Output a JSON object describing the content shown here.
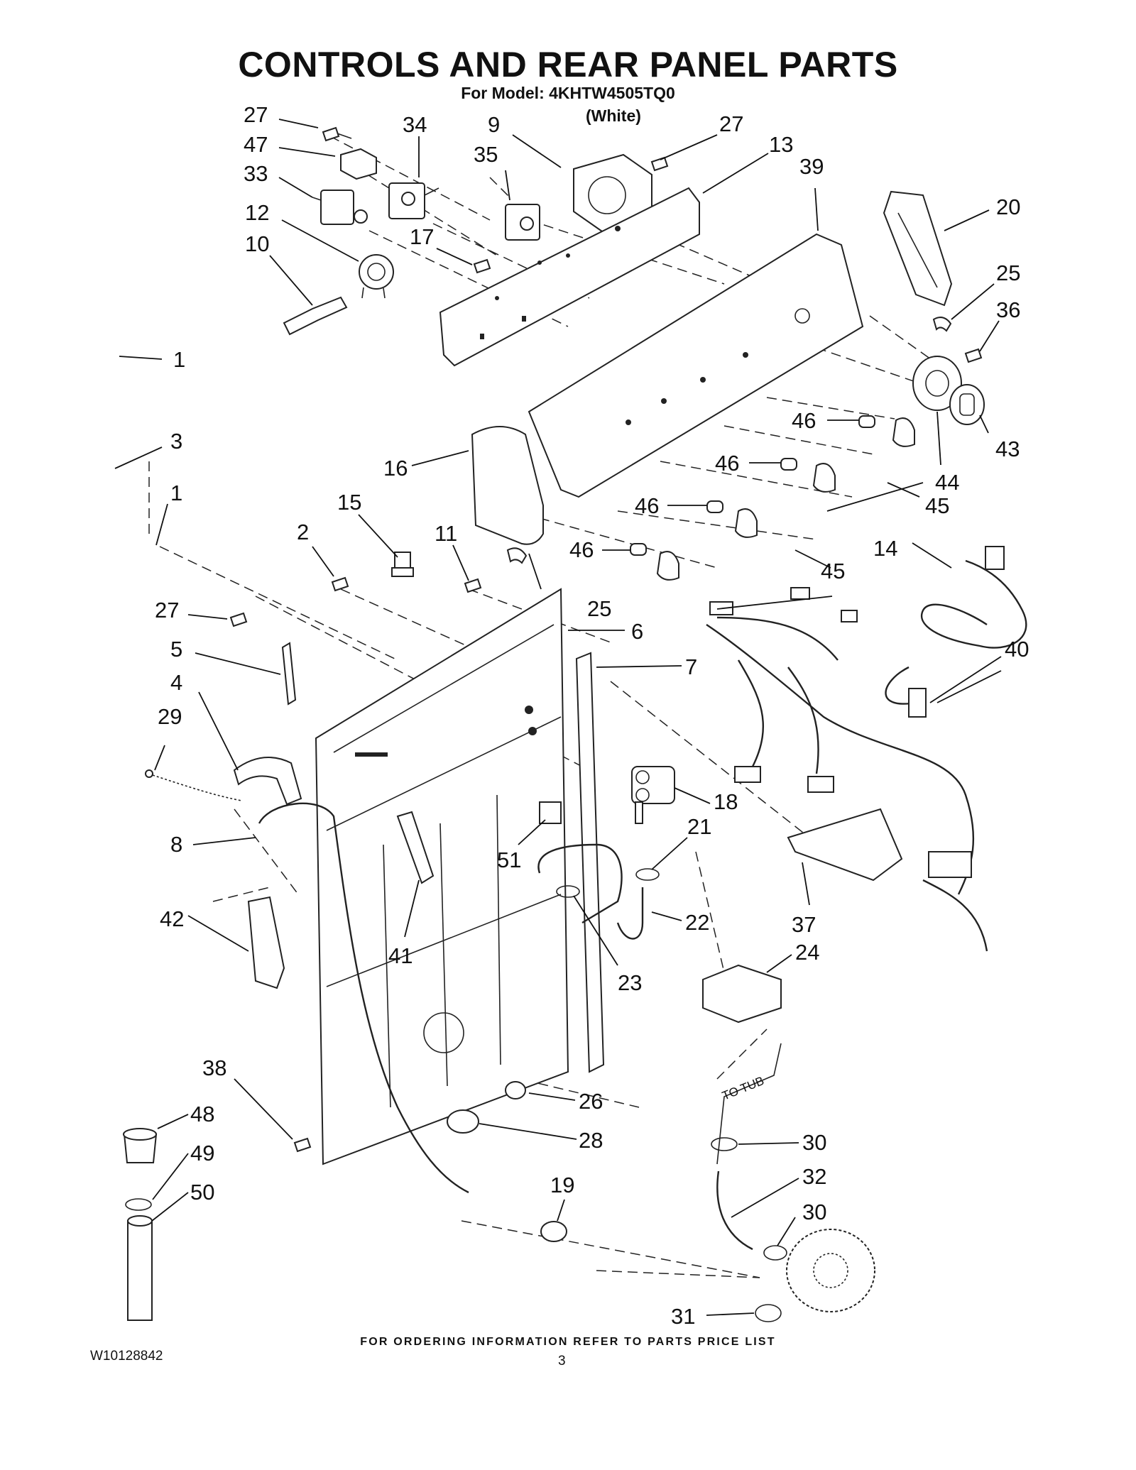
{
  "header": {
    "title": "CONTROLS AND REAR PANEL PARTS",
    "model_line": "For Model: 4KHTW4505TQ0",
    "color": "(White)"
  },
  "diagram": {
    "tub_label": "TO TUB",
    "callouts": [
      "27",
      "47",
      "33",
      "34",
      "9",
      "35",
      "27",
      "13",
      "39",
      "12",
      "17",
      "10",
      "20",
      "25",
      "36",
      "1",
      "3",
      "1",
      "46",
      "43",
      "16",
      "46",
      "44",
      "45",
      "46",
      "15",
      "2",
      "11",
      "46",
      "45",
      "14",
      "27",
      "25",
      "6",
      "5",
      "7",
      "40",
      "4",
      "29",
      "18",
      "8",
      "21",
      "51",
      "37",
      "42",
      "22",
      "41",
      "24",
      "23",
      "38",
      "26",
      "48",
      "28",
      "30",
      "49",
      "32",
      "50",
      "19",
      "30",
      "31"
    ]
  },
  "footer": {
    "note": "FOR ORDERING INFORMATION REFER TO PARTS PRICE LIST",
    "doc_number": "W10128842",
    "page": "3"
  }
}
